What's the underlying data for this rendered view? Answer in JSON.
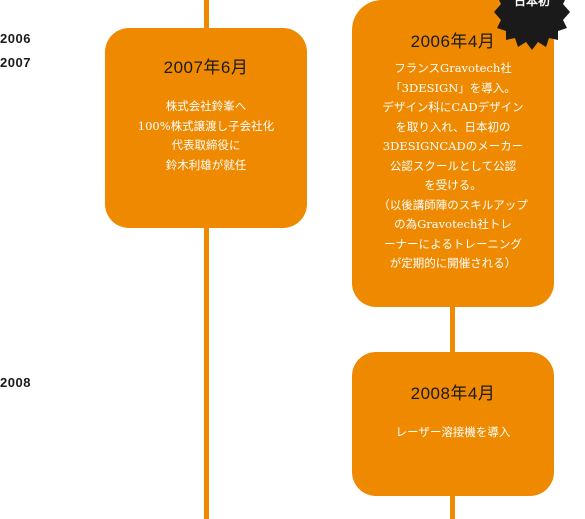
{
  "years": [
    "2006",
    "2007",
    "2008"
  ],
  "badge": {
    "label": "日本初",
    "color": "#1a1a1a"
  },
  "accent_color": "#ef8a00",
  "cards": [
    {
      "title": "2007年6月",
      "lines": [
        "株式会社鈴峯へ",
        "100%株式譲渡し子会社化",
        "代表取締役に",
        "鈴木利雄が就任"
      ]
    },
    {
      "title": "2006年4月",
      "lines": [
        "フランスGravotech社",
        "「3DESIGN」を導入。",
        "デザイン科にCADデザイン",
        "を取り入れ、日本初の",
        "3DESIGNCADのメーカー",
        "公認スクールとして公認",
        "を受ける。",
        "（以後講師陣のスキルアップ",
        "の為Gravotech社トレ",
        "ーナーによるトレーニング",
        "が定期的に開催される）"
      ]
    },
    {
      "title": "2008年4月",
      "lines": [
        "レーザー溶接機を導入"
      ]
    }
  ]
}
